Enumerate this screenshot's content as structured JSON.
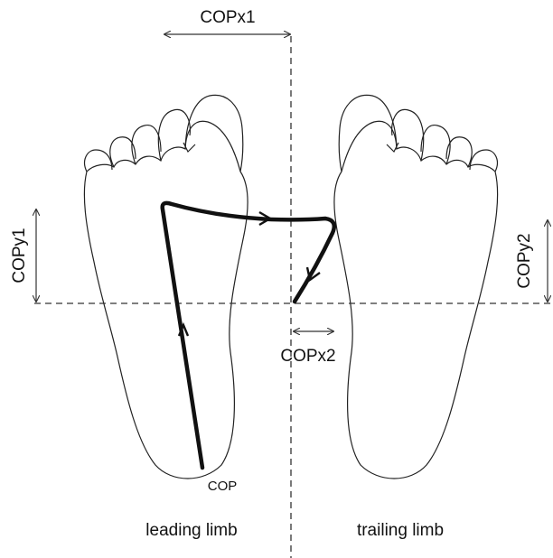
{
  "labels": {
    "copx1": "COPx1",
    "copy1": "COPy1",
    "copy2": "COPy2",
    "copx2": "COPx2",
    "cop": "COP",
    "leading": "leading limb",
    "trailing": "trailing limb"
  },
  "colors": {
    "outline": "#222222",
    "trajectory": "#111111",
    "guide": "#333333"
  }
}
